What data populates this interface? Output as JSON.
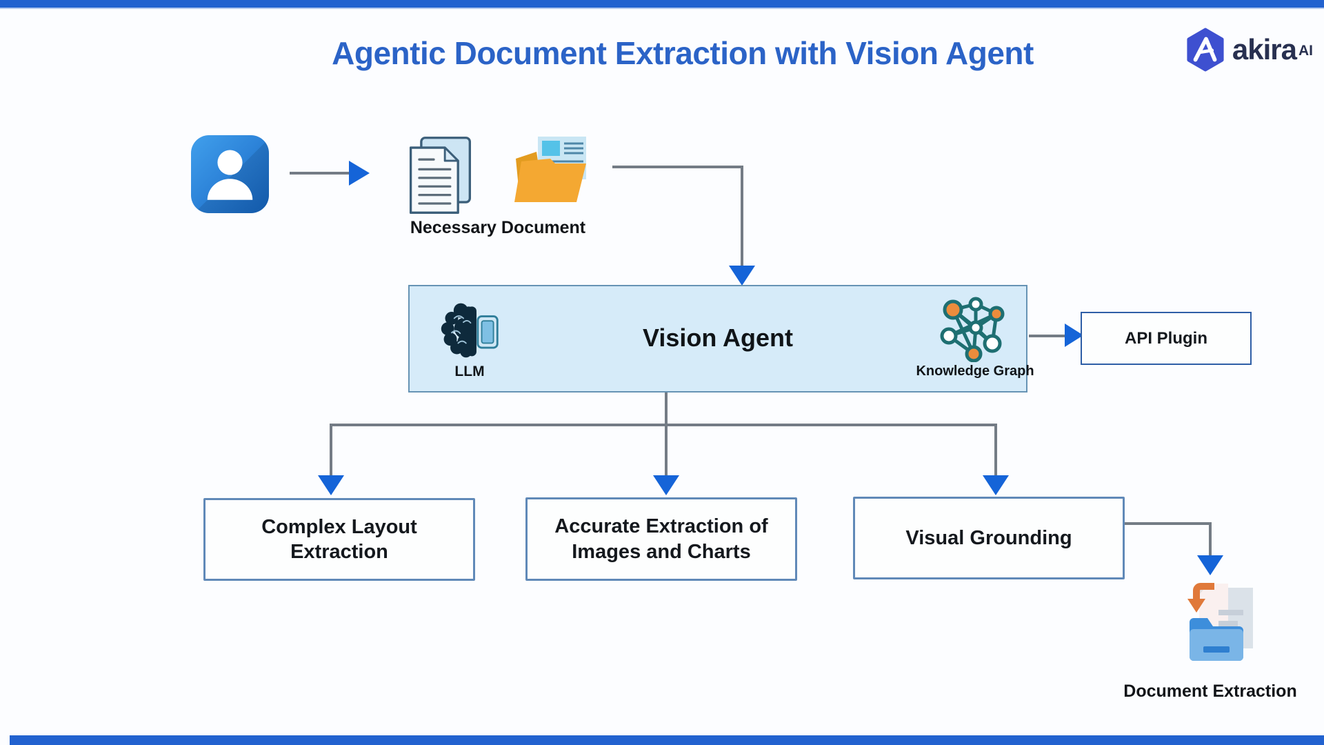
{
  "page": {
    "title": "Agentic Document Extraction with Vision Agent"
  },
  "logo": {
    "brand": "akira",
    "superscript": "AI"
  },
  "nodes": {
    "necessary_document": {
      "label": "Necessary Document"
    },
    "vision_agent": {
      "label": "Vision Agent",
      "llm": {
        "label": "LLM"
      },
      "knowledge_graph": {
        "label": "Knowledge Graph"
      }
    },
    "api_plugin": {
      "label": "API Plugin"
    },
    "outputs": [
      {
        "label": "Complex Layout Extraction"
      },
      {
        "label": "Accurate Extraction of Images and Charts"
      },
      {
        "label": "Visual Grounding"
      }
    ],
    "document_extraction": {
      "label": "Document Extraction"
    }
  },
  "icons": {
    "logo_badge": "hexagon-a-badge",
    "user": "user-avatar",
    "documents": "document-stack",
    "folder": "open-folder-with-document",
    "llm": "brain-with-chip",
    "knowledge_graph": "network-graph",
    "document_extraction": "folder-with-pages-and-arrow"
  },
  "colors": {
    "bar_blue": "#2262cf",
    "title_blue": "#2b63c7",
    "accent_arrow_blue": "#1564d8",
    "line_gray": "#747c85",
    "vision_agent_fill": "#d6ebf9",
    "vision_agent_border": "#6693b4",
    "output_box_border": "#6089b8",
    "api_box_border": "#2e5ea6",
    "folder_orange": "#f3a733",
    "graph_node_orange": "#ec8c3c",
    "graph_teal": "#1e6f72",
    "logo_navy": "#283050",
    "logo_badge_blue": "#3e50d0"
  }
}
